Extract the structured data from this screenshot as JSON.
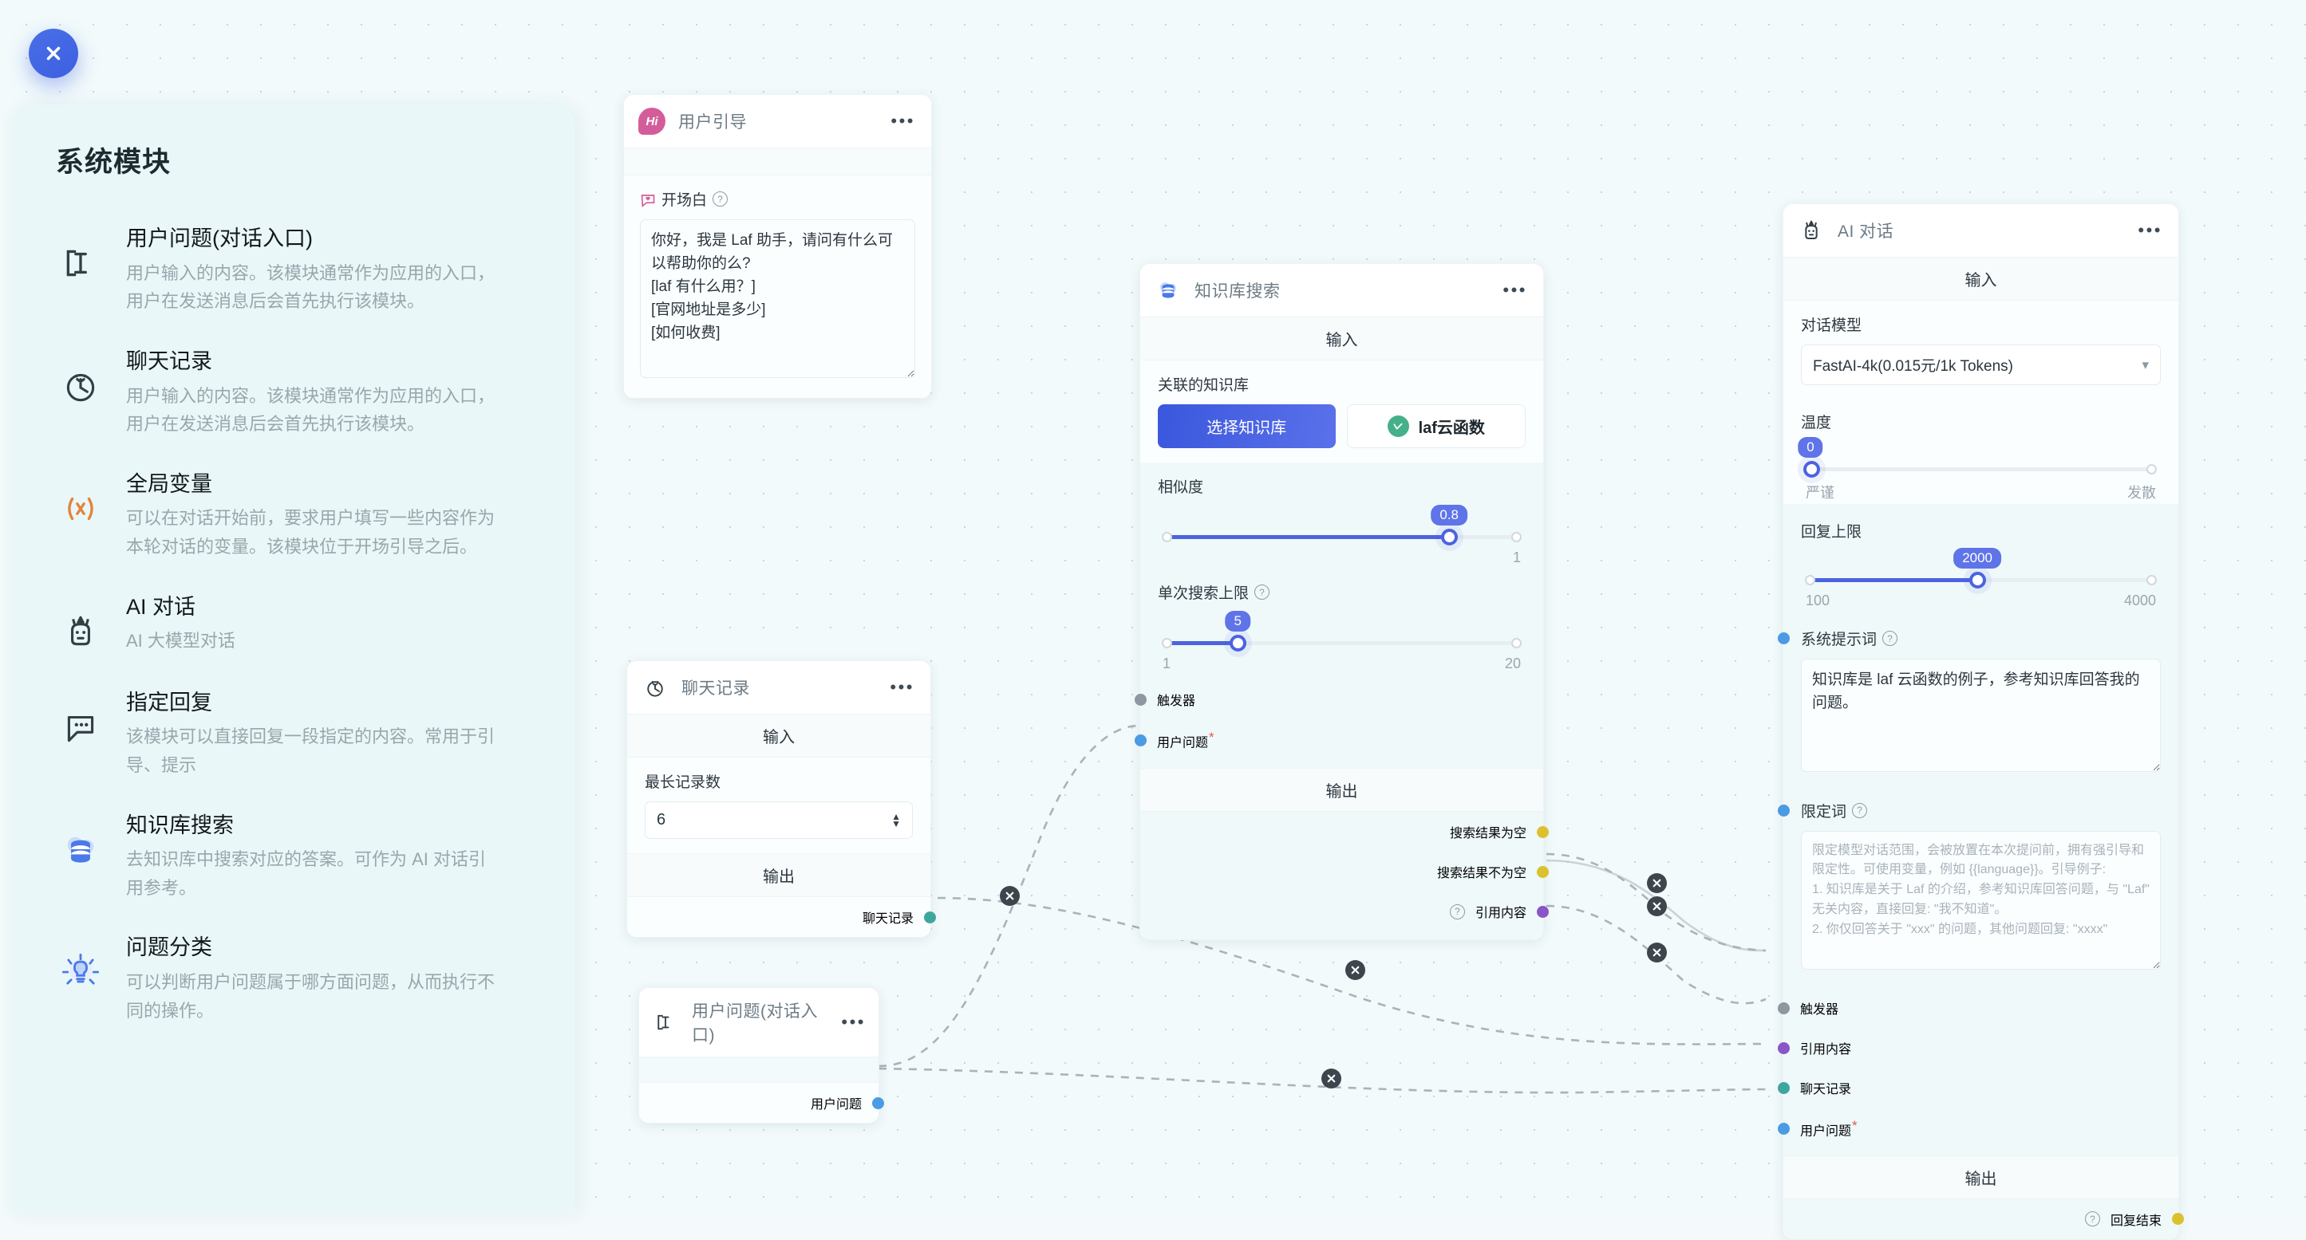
{
  "close_button": {
    "icon": "close-icon"
  },
  "sidebar": {
    "title": "系统模块",
    "items": [
      {
        "icon": "text-input-icon",
        "name": "用户问题(对话入口)",
        "desc": "用户输入的内容。该模块通常作为应用的入口，用户在发送消息后会首先执行该模块。"
      },
      {
        "icon": "clock-icon",
        "name": "聊天记录",
        "desc": "用户输入的内容。该模块通常作为应用的入口，用户在发送消息后会首先执行该模块。"
      },
      {
        "icon": "variable-icon",
        "name": "全局变量",
        "desc": "可以在对话开始前，要求用户填写一些内容作为本轮对话的变量。该模块位于开场引导之后。"
      },
      {
        "icon": "robot-icon",
        "name": "AI 对话",
        "desc": "AI 大模型对话"
      },
      {
        "icon": "speech-bubble-icon",
        "name": "指定回复",
        "desc": "该模块可以直接回复一段指定的内容。常用于引导、提示"
      },
      {
        "icon": "database-icon",
        "name": "知识库搜索",
        "desc": "去知识库中搜索对应的答案。可作为 AI 对话引用参考。"
      },
      {
        "icon": "lightbulb-icon",
        "name": "问题分类",
        "desc": "可以判断用户问题属于哪方面问题，从而执行不同的操作。"
      }
    ]
  },
  "nodes": {
    "user_guide": {
      "icon": "hi-badge-icon",
      "title": "用户引导",
      "menu": "•••",
      "field_label": "开场白",
      "textarea_value": "你好，我是 Laf 助手，请问有什么可以帮助你的么?\n[laf 有什么用？]\n[官网地址是多少]\n[如何收费]"
    },
    "chat_history": {
      "icon": "clock-icon",
      "title": "聊天记录",
      "menu": "•••",
      "input_header": "输入",
      "field_label": "最长记录数",
      "value": "6",
      "output_header": "输出",
      "output_label": "聊天记录",
      "output_color": "#3fa69e"
    },
    "user_question": {
      "icon": "text-input-icon",
      "title": "用户问题(对话入口)",
      "menu": "•••",
      "output_label": "用户问题",
      "output_color": "#4b9ae4"
    },
    "kb_search": {
      "icon": "database-icon",
      "title": "知识库搜索",
      "menu": "•••",
      "input_header": "输入",
      "kb_label": "关联的知识库",
      "kb_button": "选择知识库",
      "kb_tag": "laf云函数",
      "sim_label": "相似度",
      "sim_value": "0.8",
      "sim_min": "",
      "sim_max": "1",
      "limit_label": "单次搜索上限",
      "limit_value": "5",
      "limit_min": "1",
      "limit_max": "20",
      "in_trigger": "触发器",
      "in_trigger_color": "#8d98a1",
      "in_question": "用户问题",
      "in_question_color": "#4b9ae4",
      "output_header": "输出",
      "out_empty": "搜索结果为空",
      "out_empty_color": "#dbc12e",
      "out_not_empty": "搜索结果不为空",
      "out_not_empty_color": "#dbc12e",
      "out_quote": "引用内容",
      "out_quote_color": "#8a55c6"
    },
    "ai_chat": {
      "icon": "robot-icon",
      "title": "AI 对话",
      "menu": "•••",
      "input_header": "输入",
      "model_label": "对话模型",
      "model_value": "FastAI-4k(0.015元/1k Tokens)",
      "temp_label": "温度",
      "temp_value": "0",
      "temp_min_label": "严谨",
      "temp_max_label": "发散",
      "max_label": "回复上限",
      "max_value": "2000",
      "max_min": "100",
      "max_max": "4000",
      "sys_prompt_label": "系统提示词",
      "sys_prompt_value": "知识库是 laf 云函数的例子，参考知识库回答我的问题。",
      "qualifier_label": "限定词",
      "qualifier_placeholder": "限定模型对话范围，会被放置在本次提问前，拥有强引导和限定性。可使用变量，例如 {{language}}。引导例子:\n1. 知识库是关于 Laf 的介绍，参考知识库回答问题，与 \"Laf\" 无关内容，直接回复: \"我不知道\"。\n2. 你仅回答关于 \"xxx\" 的问题，其他问题回复: \"xxxx\"",
      "in_trigger": "触发器",
      "in_trigger_color": "#8d98a1",
      "in_quote": "引用内容",
      "in_quote_color": "#8a55c6",
      "in_history": "聊天记录",
      "in_history_color": "#3fa69e",
      "in_question": "用户问题",
      "in_question_color": "#4b9ae4",
      "output_header": "输出",
      "out_finish": "回复结束",
      "out_finish_color": "#dbc12e"
    }
  },
  "colors": {
    "accent": "#4c63e0",
    "panel_bg": "#eaf7f8",
    "canvas_bg": "#f2fafb",
    "node_body_teal": "#eff9fa"
  }
}
